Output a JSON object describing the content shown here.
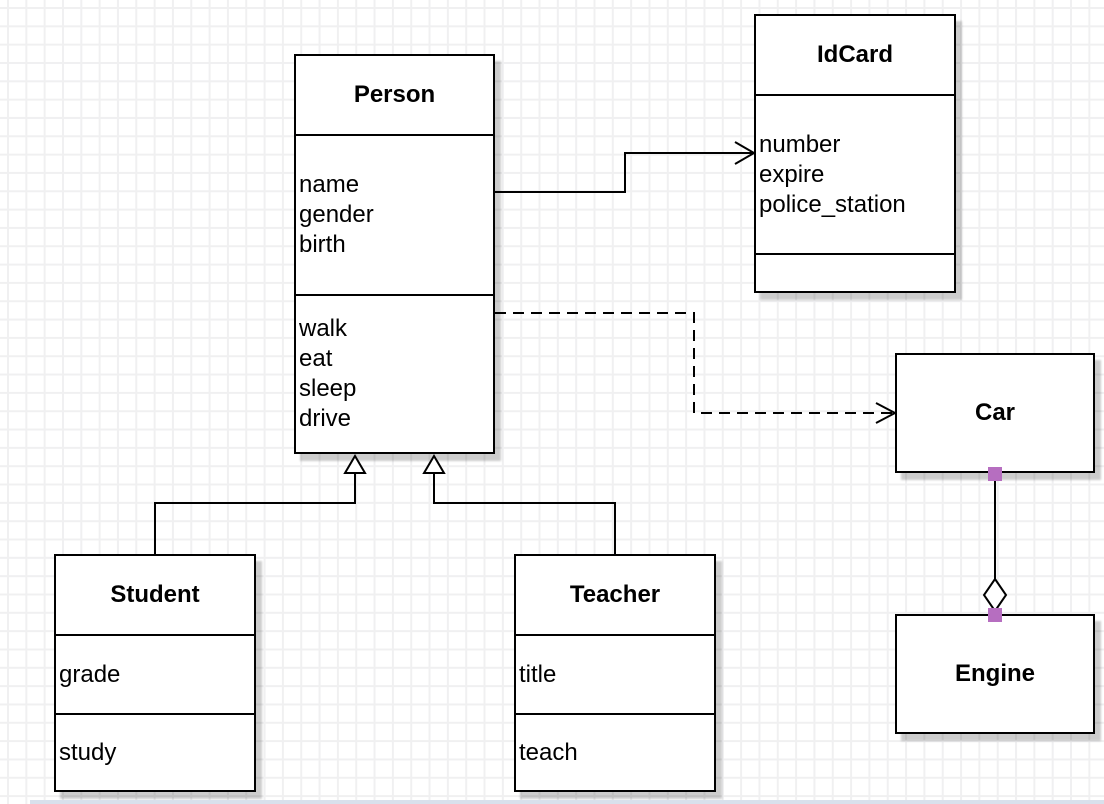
{
  "diagram": {
    "type": "uml-class-diagram",
    "classes": {
      "person": {
        "title": "Person",
        "attributes": [
          "name",
          "gender",
          "birth"
        ],
        "methods": [
          "walk",
          "eat",
          "sleep",
          "drive"
        ]
      },
      "idcard": {
        "title": "IdCard",
        "attributes": [
          "number",
          "expire",
          "police_station"
        ],
        "methods": []
      },
      "car": {
        "title": "Car",
        "attributes": [],
        "methods": []
      },
      "engine": {
        "title": "Engine",
        "attributes": [],
        "methods": []
      },
      "student": {
        "title": "Student",
        "attributes": [
          "grade"
        ],
        "methods": [
          "study"
        ]
      },
      "teacher": {
        "title": "Teacher",
        "attributes": [
          "title"
        ],
        "methods": [
          "teach"
        ]
      }
    },
    "relationships": [
      {
        "from": "Person",
        "to": "IdCard",
        "type": "association",
        "line": "solid",
        "arrow": "open-arrow"
      },
      {
        "from": "Person",
        "to": "Car",
        "type": "dependency",
        "line": "dashed",
        "arrow": "open-arrow"
      },
      {
        "from": "Student",
        "to": "Person",
        "type": "generalization",
        "line": "solid",
        "arrow": "hollow-triangle"
      },
      {
        "from": "Teacher",
        "to": "Person",
        "type": "generalization",
        "line": "solid",
        "arrow": "hollow-triangle"
      },
      {
        "from": "Car",
        "to": "Engine",
        "type": "aggregation",
        "line": "solid",
        "arrow": "hollow-diamond"
      }
    ],
    "colors": {
      "stroke": "#000000",
      "box_fill": "#ffffff",
      "shadow": "#c9c9c9",
      "endpoint_handle": "#b66ec0",
      "grid_line": "#f0f0f1",
      "page_edge": "#d9e0ec"
    }
  }
}
